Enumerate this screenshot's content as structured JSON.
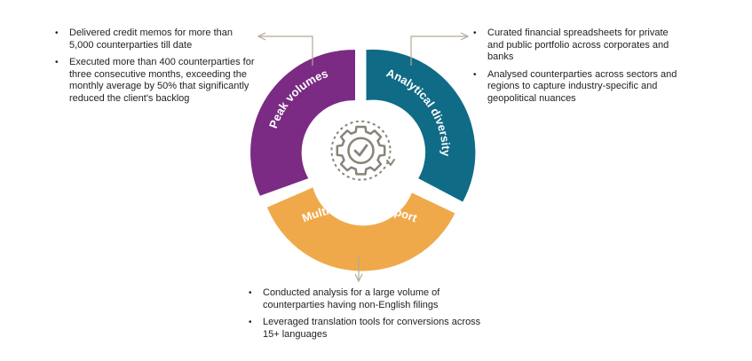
{
  "segments": {
    "peak": {
      "label": "Peak volumes",
      "color": "#7b2b84"
    },
    "analytical": {
      "label": "Analytical diversity",
      "color": "#106b86"
    },
    "multilingual": {
      "label": "Multi-lingual support",
      "color": "#f0a94a"
    }
  },
  "center_icon": "gear-check-icon",
  "colors": {
    "arrow": "#b3a999",
    "icon": "#8a8378"
  },
  "callouts": {
    "left": [
      "Delivered credit memos for more than 5,000 counterparties till date",
      "Executed more than 400 counterparties for three consecutive months, exceeding the monthly average by 50% that significantly reduced the client's backlog"
    ],
    "right": [
      "Curated financial spreadsheets for private and public portfolio across corporates and banks",
      "Analysed counterparties across sectors and regions to capture industry-specific and geopolitical nuances"
    ],
    "bottom": [
      "Conducted analysis for a large volume of counterparties having non-English filings",
      "Leveraged translation tools for conversions across 15+ languages"
    ]
  }
}
